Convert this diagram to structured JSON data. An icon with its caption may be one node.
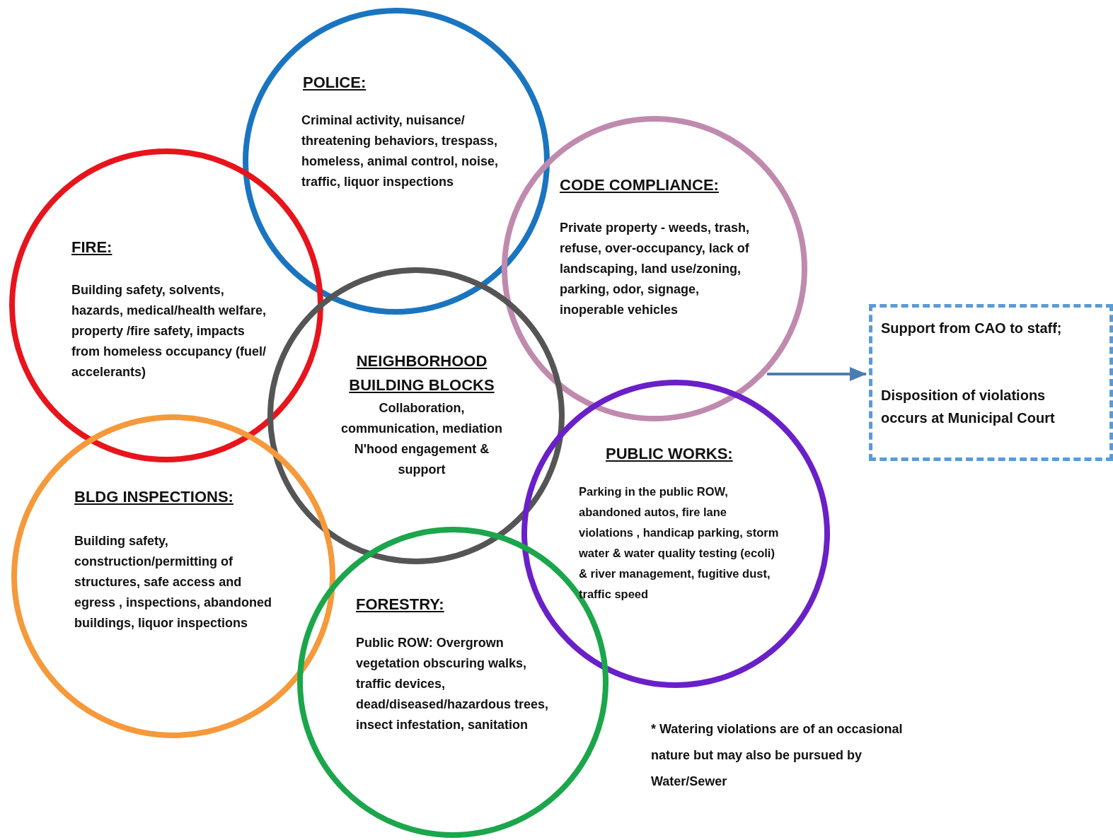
{
  "diagram": {
    "nodes": [
      {
        "text": [
          "POLICE:",
          "Criminal activity, nuisance/ threatening behaviors, trespass, homeless, animal control, noise, traffic, liquor inspections"
        ]
      },
      {
        "text": [
          "FIRE:",
          "Building safety, solvents, hazards, medical/health welfare, property /fire safety, impacts from homeless occupancy (fuel/ accelerants)"
        ]
      },
      {
        "text": [
          "CODE COMPLIANCE:",
          "Private property - weeds, trash, refuse, over-occupancy, lack of landscaping, land use/zoning, parking, odor, signage, inoperable vehicles"
        ]
      },
      {
        "text": [
          "NEIGHBORHOOD BUILDING BLOCKS",
          "Collaboration, communication, mediation N'hood engagement & support"
        ]
      },
      {
        "text": [
          "Support from CAO to staff;",
          "Disposition of violations occurs at Municipal Court"
        ]
      },
      {
        "text": [
          "PUBLIC WORKS:",
          "Parking in the public ROW, abandoned autos, fire lane violations , handicap parking, storm water & water quality testing (ecoli) & river management, fugitive dust, traffic speed"
        ]
      },
      {
        "text": [
          "BLDG INSPECTIONS:",
          "Building safety, construction/permitting of structures, safe access and egress , inspections, abandoned buildings, liquor inspections"
        ]
      },
      {
        "text": [
          "FORESTRY:",
          "Public ROW: Overgrown vegetation obscuring walks, traffic devices, dead/diseased/hazardous trees, insect infestation, sanitation"
        ]
      }
    ],
    "edges": [
      {
        "from": 2,
        "to": 4,
        "arrow": "to"
      }
    ],
    "labels": [
      "* Watering violations are of an occasional nature but may also be pursued by Water/Sewer"
    ]
  }
}
